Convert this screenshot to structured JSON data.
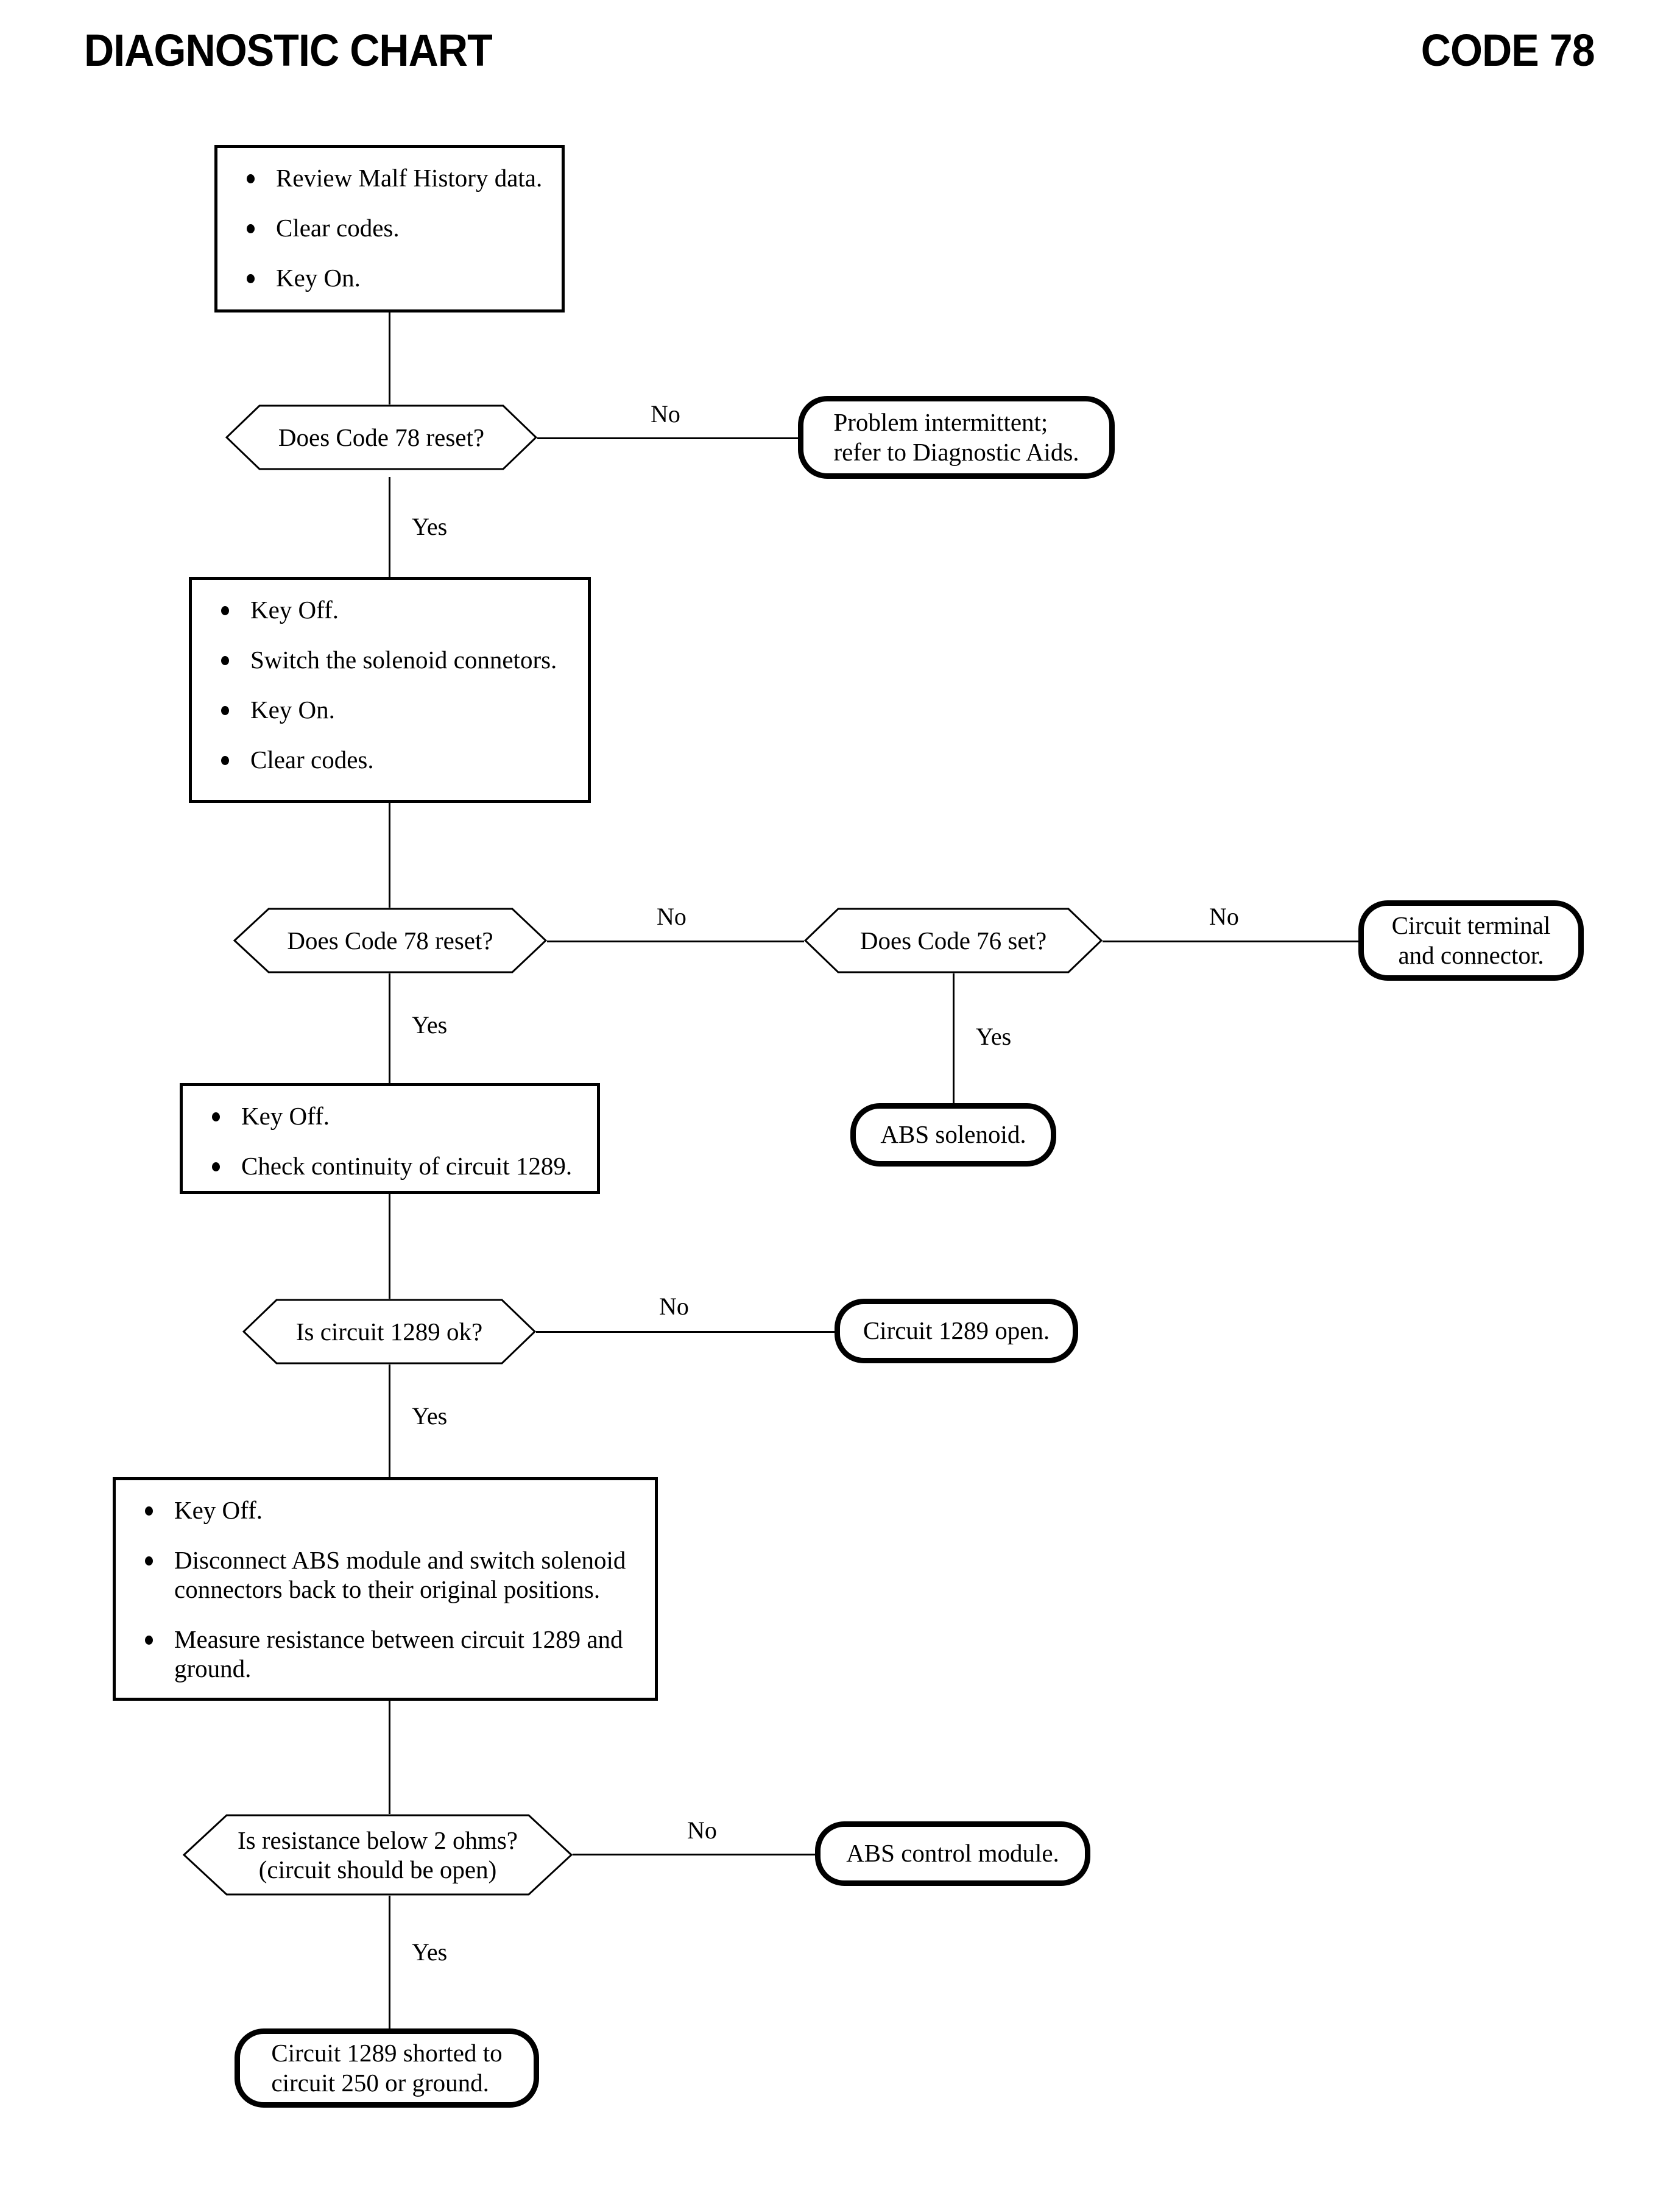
{
  "header": {
    "title": "DIAGNOSTIC CHART",
    "code": "CODE 78"
  },
  "labels": {
    "yes": "Yes",
    "no": "No"
  },
  "nodes": {
    "step1": {
      "type": "process",
      "bullets": [
        "Review Malf History data.",
        "Clear codes.",
        "Key On."
      ]
    },
    "decision1": {
      "type": "decision",
      "line1": "Does Code 78 reset?"
    },
    "terminal1": {
      "type": "terminal",
      "text": "Problem intermittent;\nrefer to Diagnostic Aids."
    },
    "step2": {
      "type": "process",
      "bullets": [
        "Key Off.",
        "Switch the solenoid connetors.",
        "Key On.",
        "Clear codes."
      ]
    },
    "decision2": {
      "type": "decision",
      "line1": "Does Code 78 reset?"
    },
    "decision3": {
      "type": "decision",
      "line1": "Does Code 76 set?"
    },
    "terminal2": {
      "type": "terminal",
      "text": "Circuit terminal\nand connector."
    },
    "terminal3": {
      "type": "terminal",
      "text": "ABS solenoid."
    },
    "step3": {
      "type": "process",
      "bullets": [
        "Key Off.",
        "Check continuity of circuit 1289."
      ]
    },
    "decision4": {
      "type": "decision",
      "line1": "Is circuit 1289 ok?"
    },
    "terminal4": {
      "type": "terminal",
      "text": "Circuit 1289 open."
    },
    "step4": {
      "type": "process",
      "bullets": [
        "Key Off.",
        "Disconnect ABS module and switch solenoid connectors back to their original positions.",
        "Measure resistance between circuit 1289 and ground."
      ]
    },
    "decision5": {
      "type": "decision",
      "line1": "Is resistance below 2 ohms?",
      "line2": "(circuit should be open)"
    },
    "terminal5": {
      "type": "terminal",
      "text": "ABS control module."
    },
    "terminal6": {
      "type": "terminal",
      "text": "Circuit 1289 shorted to\ncircuit 250 or ground."
    }
  },
  "edges": {
    "d1_no": "No",
    "d1_yes": "Yes",
    "d2_no": "No",
    "d2_yes": "Yes",
    "d3_no": "No",
    "d3_yes": "Yes",
    "d4_no": "No",
    "d4_yes": "Yes",
    "d5_no": "No",
    "d5_yes": "Yes"
  },
  "colors": {
    "ink": "#000000",
    "paper": "#ffffff"
  }
}
